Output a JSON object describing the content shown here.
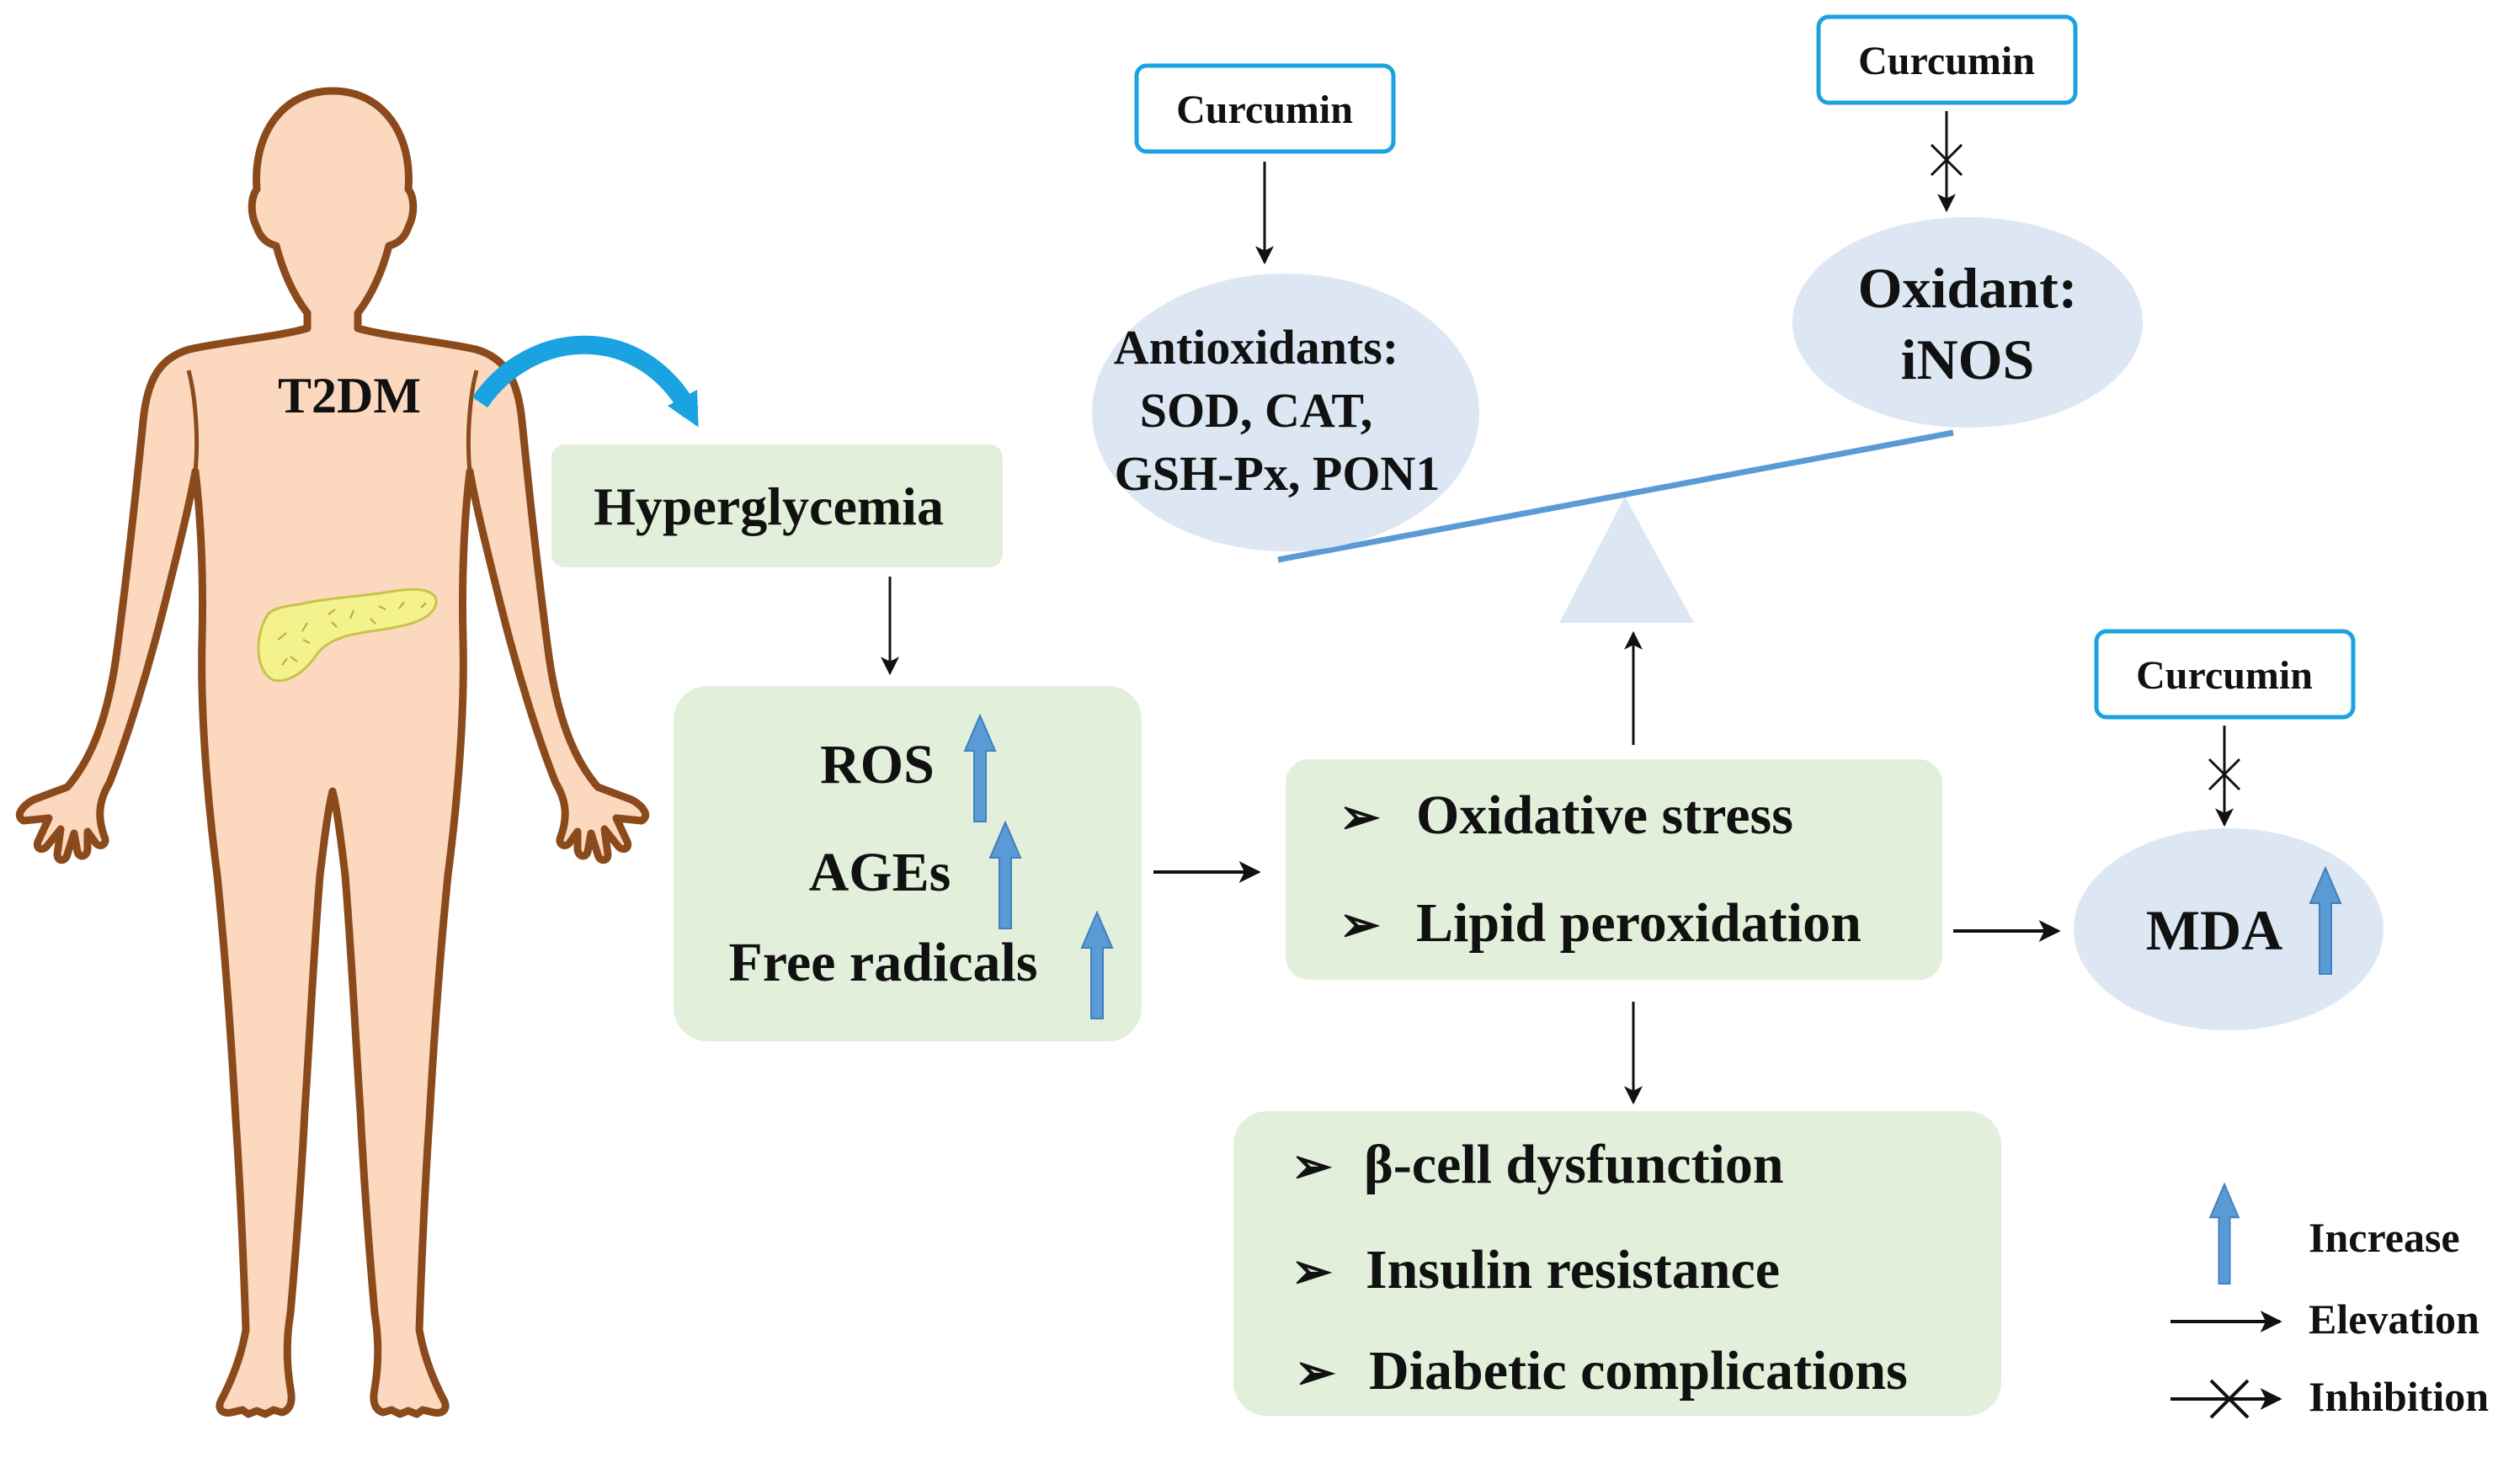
{
  "labels": {
    "t2dm": "T2DM",
    "hyperglycemia": "Hyperglycemia",
    "curcumin_antioxidants": "Curcumin",
    "curcumin_oxidant": "Curcumin",
    "curcumin_mda": "Curcumin",
    "antioxidants_line1": "Antioxidants:",
    "antioxidants_line2": "SOD, CAT,",
    "antioxidants_line3": "GSH-Px, PON1",
    "oxidant_line1": "Oxidant:",
    "oxidant_line2": "iNOS",
    "ros": "ROS",
    "ages": "AGEs",
    "free_radicals": "Free radicals",
    "oxidative_stress": "Oxidative stress",
    "lipid_peroxidation": "Lipid peroxidation",
    "mda": "MDA",
    "beta_cell": "β-cell dysfunction",
    "insulin_resistance": "Insulin resistance",
    "diabetic_complications": "Diabetic complications"
  },
  "bullet_symbol": "➢",
  "legend": {
    "increase": "Increase",
    "elevation": "Elevation",
    "inhibition": "Inhibition"
  },
  "colors": {
    "skin": "#fcd8bf",
    "skin_outline": "#8b4a1c",
    "pancreas": "#f4f28c",
    "green_box": "#e2efda",
    "blue_ellipse": "#dce7f3",
    "curcumin_border": "#1aa3e0",
    "up_arrow": "#5b9bd5",
    "balance_beam": "#5b9bd5",
    "curved_arrow": "#1aa3e0"
  }
}
